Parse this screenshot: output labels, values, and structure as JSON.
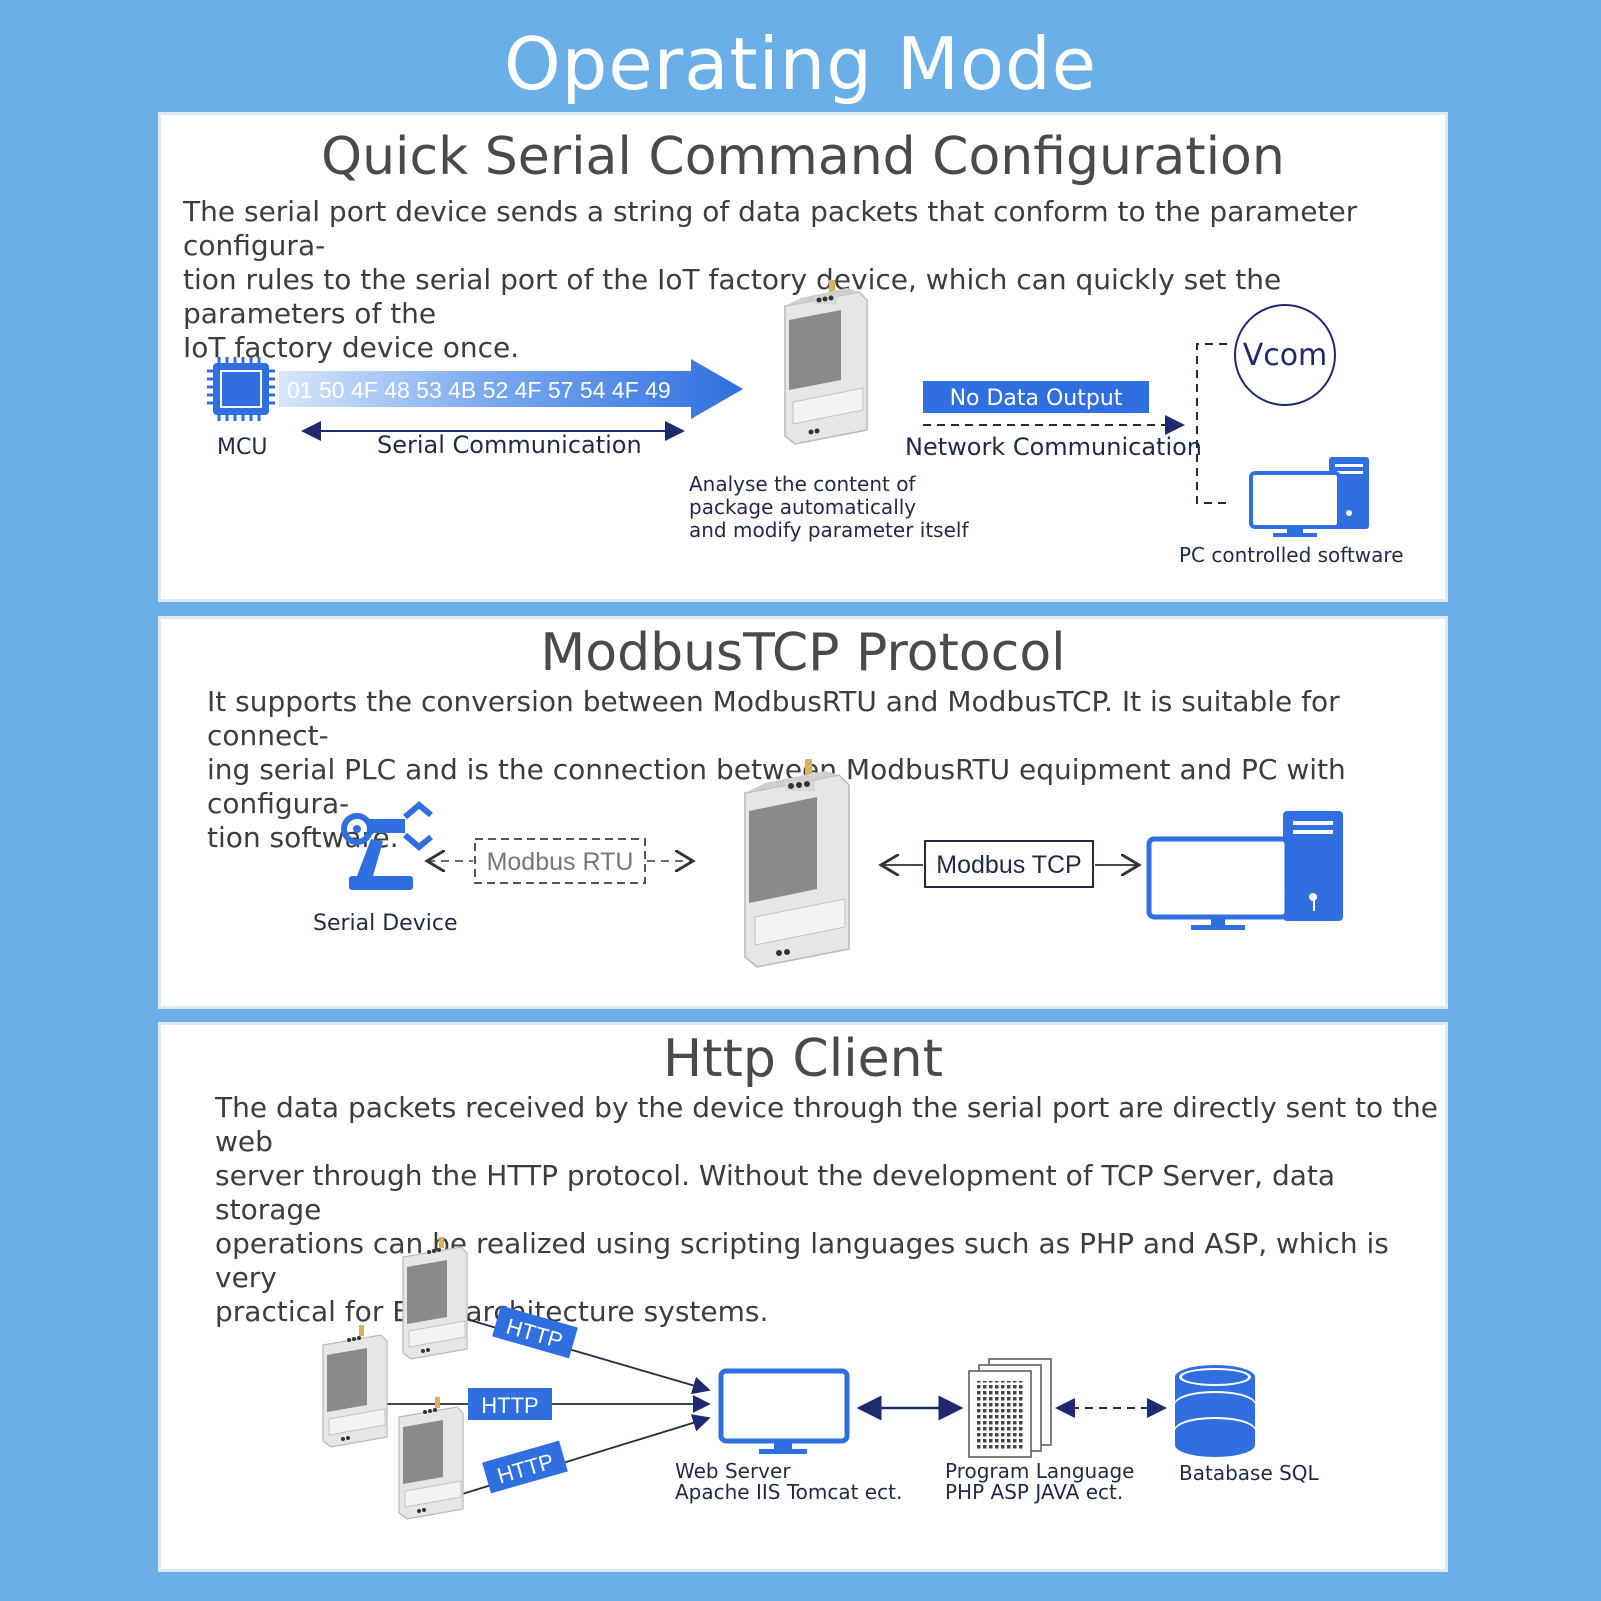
{
  "title": "Operating Mode",
  "colors": {
    "background": "#6aafe8",
    "accent": "#2f6fe0",
    "dark_navy": "#1f2a6e"
  },
  "sections": {
    "quick": {
      "title": "Quick Serial Command Configuration",
      "desc_lines": [
        "The serial port device sends a string of data packets that conform to the parameter configura-",
        "tion rules to the serial port of the IoT factory device, which can quickly set the parameters of the",
        "IoT factory device once."
      ],
      "hex_packet": "01 50 4F 48 53 4B 52 4F 57 54 4F 49",
      "mcu_label": "MCU",
      "serial_comm": "Serial Communication",
      "analyse_lines": [
        "Analyse the content of",
        "package automatically",
        "and modify parameter itself"
      ],
      "no_data": "No Data Output",
      "network_comm": "Network Communication",
      "vcom": "Vcom",
      "pc_software": "PC controlled software"
    },
    "modbus": {
      "title": "ModbusTCP Protocol",
      "desc_lines": [
        "It supports the conversion between ModbusRTU and ModbusTCP. It is suitable for connect-",
        "ing serial PLC and is the connection between ModbusRTU equipment and PC with configura-",
        "tion software."
      ],
      "rtu": "Modbus RTU",
      "tcp": "Modbus TCP",
      "serial_device": "Serial Device"
    },
    "http": {
      "title": "Http Client",
      "desc_lines": [
        "The data packets received by the device through the serial port are directly sent to the web",
        "server through the HTTP protocol. Without the development of TCP Server, data storage",
        "operations can be realized using scripting languages such as PHP and ASP, which is very",
        "practical for B / S architecture systems."
      ],
      "http_tag": "HTTP",
      "web_server": [
        "Web Server",
        "Apache IIS Tomcat ect."
      ],
      "program_lang": [
        "Program Language",
        "PHP ASP JAVA ect."
      ],
      "database": "Batabase SQL"
    }
  }
}
